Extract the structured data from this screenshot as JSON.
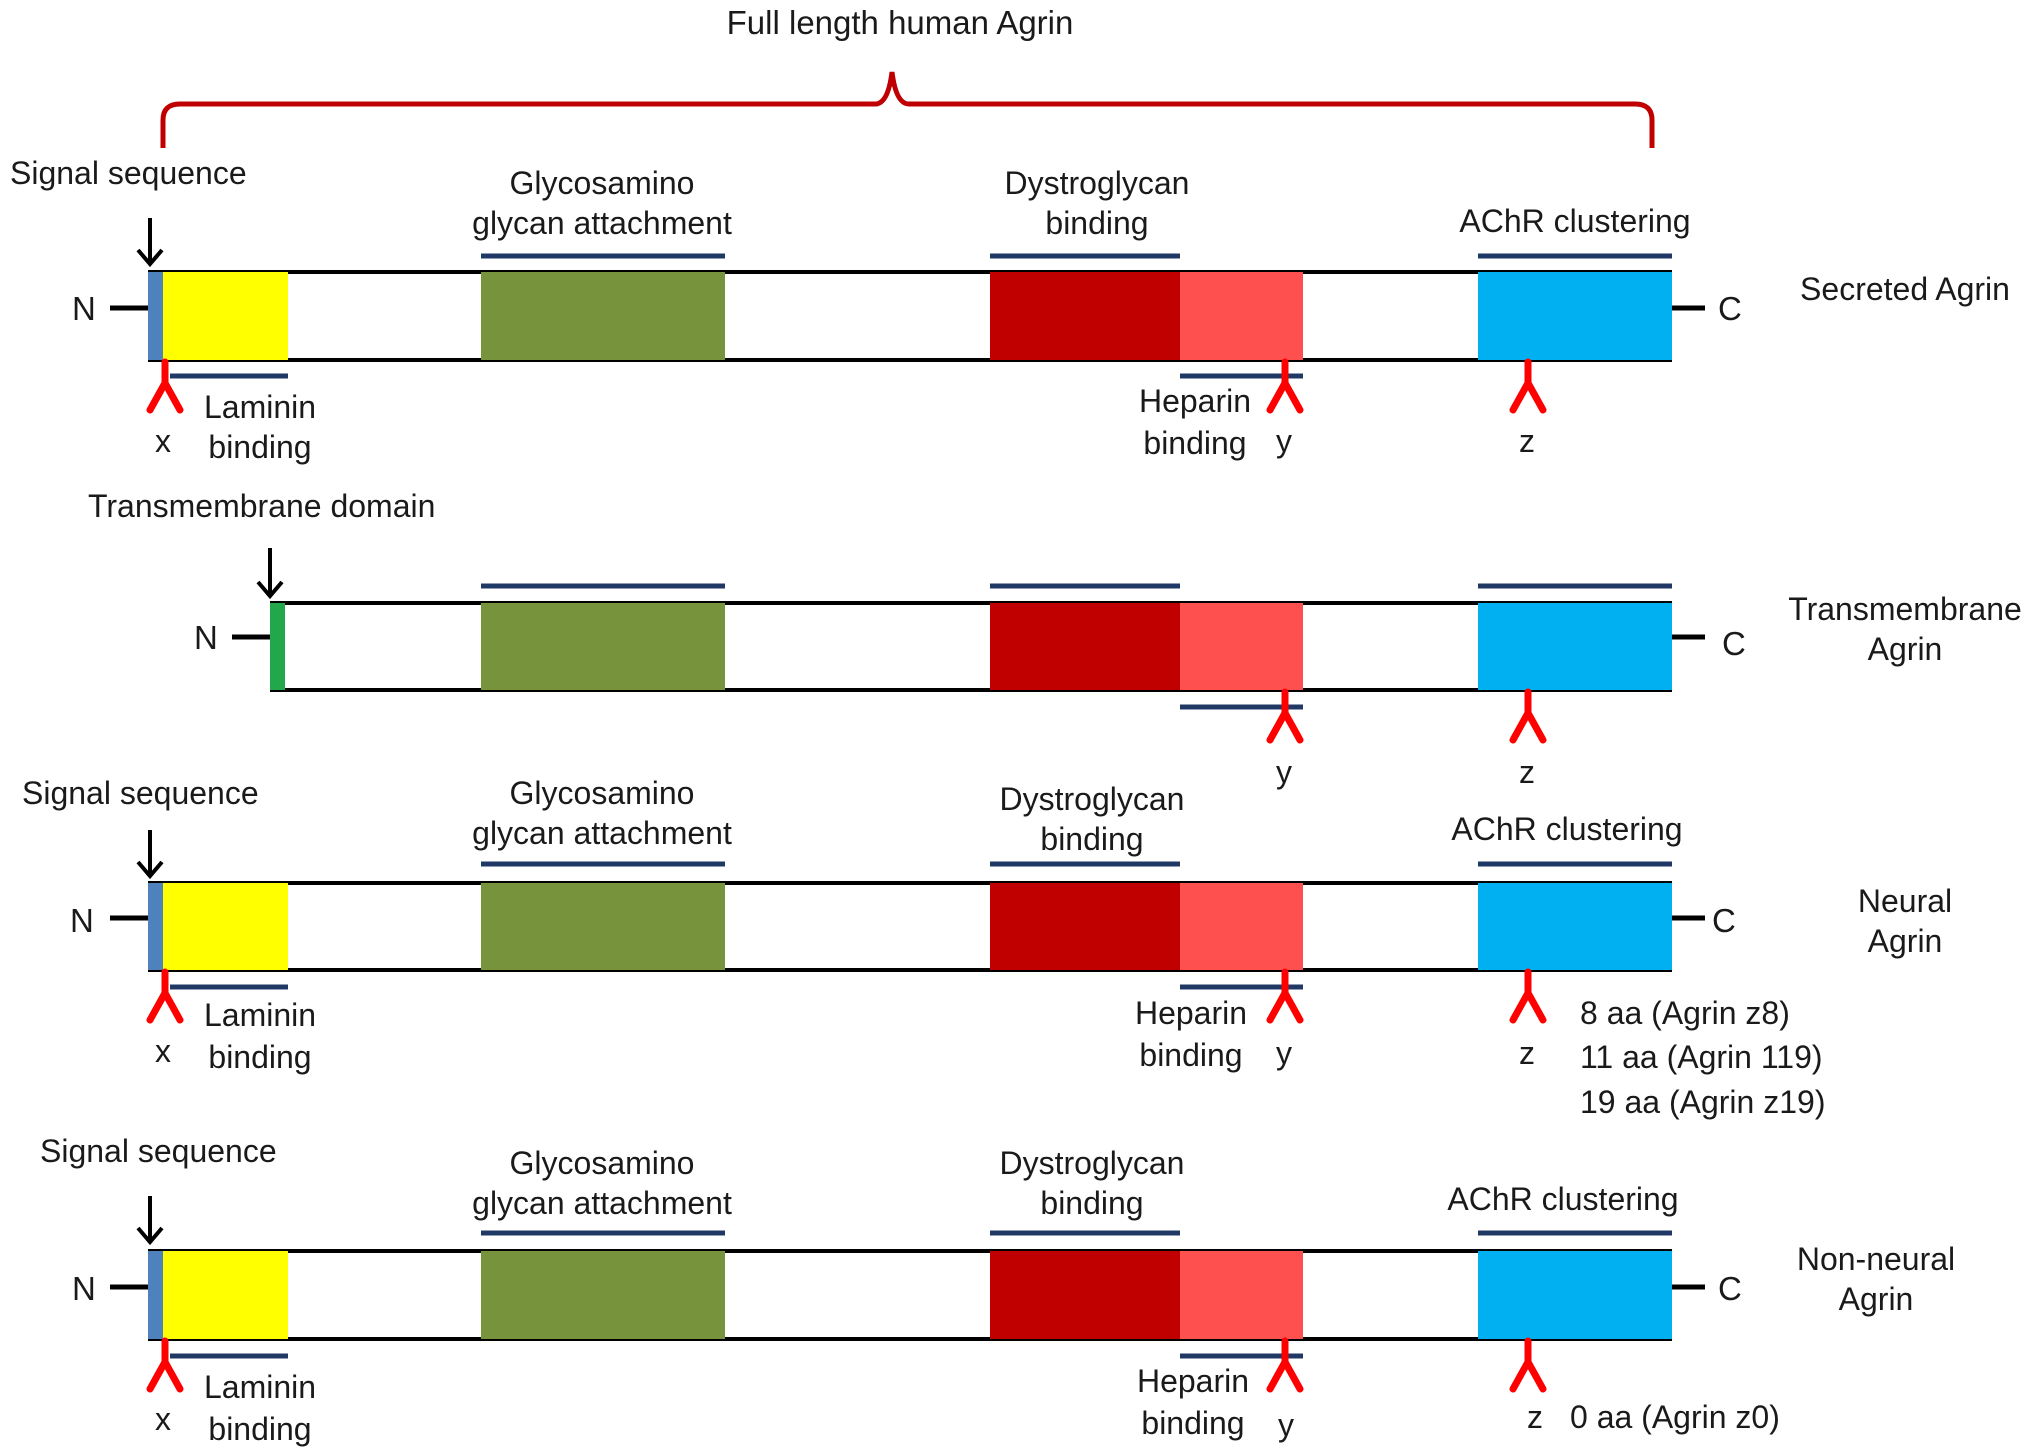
{
  "title": "Full length human Agrin",
  "colors": {
    "signal": "#4f81bd",
    "transmembrane": "#22a84a",
    "laminin": "#ffff00",
    "glycosamino": "#77933c",
    "dystroglycan": "#c00000",
    "heparin": "#ff5050",
    "achr": "#00b0f0",
    "bracket": "#c00000",
    "site_marker": "#ff0000",
    "domain_bar": "#1f3864"
  },
  "rows": [
    {
      "name": "Secreted Agrin",
      "pointer_label": "Signal sequence",
      "n_label": "N",
      "c_label": "C",
      "glyco_label": [
        "Glycosamino",
        "glycan attachment"
      ],
      "dystro_label": [
        "Dystroglycan",
        "binding"
      ],
      "achr_label": "AChR clustering",
      "laminin_label": [
        "Laminin",
        "binding"
      ],
      "heparin_label": [
        "Heparin",
        "binding"
      ],
      "site_x": "x",
      "site_y": "y",
      "site_z": "z",
      "z_notes": []
    },
    {
      "name": "Transmembrane Agrin",
      "pointer_label": "Transmembrane domain",
      "n_label": "N",
      "c_label": "C",
      "site_y": "y",
      "site_z": "z"
    },
    {
      "name": "Neural Agrin",
      "pointer_label": "Signal sequence",
      "n_label": "N",
      "c_label": "C",
      "glyco_label": [
        "Glycosamino",
        "glycan attachment"
      ],
      "dystro_label": [
        "Dystroglycan",
        "binding"
      ],
      "achr_label": "AChR clustering",
      "laminin_label": [
        "Laminin",
        "binding"
      ],
      "heparin_label": [
        "Heparin",
        "binding"
      ],
      "site_x": "x",
      "site_y": "y",
      "site_z": "z",
      "z_notes": [
        "8 aa (Agrin z8)",
        "11 aa (Agrin 119)",
        "19 aa (Agrin z19)"
      ]
    },
    {
      "name": "Non-neural Agrin",
      "pointer_label": "Signal sequence",
      "n_label": "N",
      "c_label": "C",
      "glyco_label": [
        "Glycosamino",
        "glycan attachment"
      ],
      "dystro_label": [
        "Dystroglycan",
        "binding"
      ],
      "achr_label": "AChR clustering",
      "laminin_label": [
        "Laminin",
        "binding"
      ],
      "heparin_label": [
        "Heparin",
        "binding"
      ],
      "site_x": "x",
      "site_y": "y",
      "site_z": "z",
      "z_notes": [
        "0 aa (Agrin z0)"
      ]
    }
  ]
}
